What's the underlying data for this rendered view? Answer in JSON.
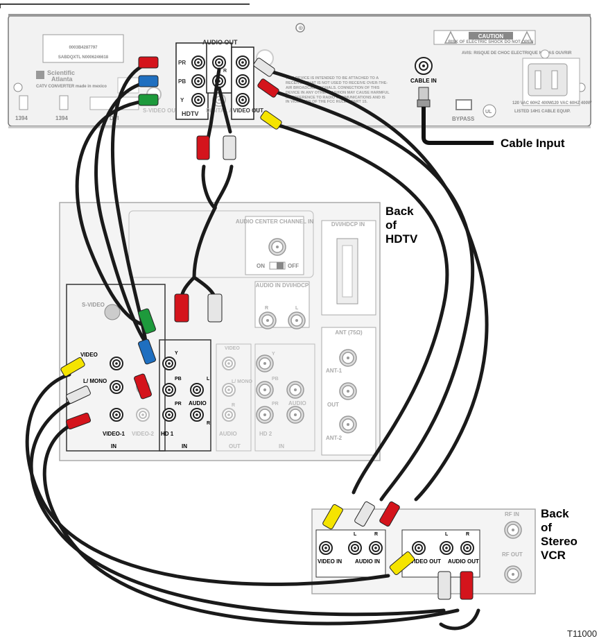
{
  "set_top_box": {
    "serial_line1": "0003B4287797",
    "serial_line2": "SABDQXTL   N0006246618",
    "brand_line1": "Scientific",
    "brand_line2": "Atlanta",
    "brand_sub": "CATV CONVERTER made in mexico",
    "audio_out_top": "AUDIO OUT",
    "pr": "PR",
    "pb": "PB",
    "y": "Y",
    "hdtv": "HDTV",
    "l": "L",
    "r": "R",
    "digital_audio_out": "DIGITAL AUDIO OUT",
    "video_out": "VIDEO OUT",
    "s_video_out": "S-VIDEO OUT",
    "dvi": "DVI",
    "port_1394_a": "1394",
    "port_1394_b": "1394",
    "notice": "THIS DEVICE IS INTENDED TO BE ATTACHED TO A RECEIVER THAT IS NOT USED TO RECEIVE OVER-THE-AIR BROADCAST SIGNALS. CONNECTION OF THIS DEVICE IN ANY OTHER FASHION MAY CAUSE HARMFUL INTERFERENCE TO RADIO COMMUNICATIONS AND IS IN VIOLATION OF THE FCC RULES, PART 15.",
    "caution": "CAUTION",
    "caution_sub": "RISK OF ELECTRIC SHOCK DO NOT OPEN",
    "avis": "AVIS: RISQUE DE CHOC ELECTRIQUE NE PAS OUVRIR",
    "cable_in": "CABLE IN",
    "bypass": "BYPASS",
    "ul_text": "LISTED 14H1 CABLE EQUIP.",
    "power_rating_1": "120 VAC 60HZ 400W",
    "power_rating_2": "120 VAC 60HZ 400W"
  },
  "cable_input_label": "Cable Input",
  "hdtv": {
    "label_line1": "Back",
    "label_line2": "of",
    "label_line3": "HDTV",
    "audio_center": "AUDIO CENTER CHANNEL IN",
    "on": "ON",
    "off": "OFF",
    "dvi_hdcp_in": "DVI/HDCP IN",
    "audio_in_dvi": "AUDIO IN DVI/HDCP",
    "r": "R",
    "l": "L",
    "ant": "ANT (75Ω)",
    "ant1": "ANT-1",
    "out": "OUT",
    "ant2": "ANT-2",
    "s_video": "S-VIDEO",
    "video": "VIDEO",
    "l_mono": "L/ MONO",
    "video1": "VIDEO-1",
    "video2": "VIDEO-2",
    "in": "IN",
    "y": "Y",
    "pb": "PB",
    "pr": "PR",
    "hd1": "HD 1",
    "audio": "AUDIO",
    "video_out_sec": "VIDEO",
    "l_mono_out": "L/ MONO",
    "audio_out": "AUDIO",
    "out_label": "OUT",
    "hd2": "HD 2"
  },
  "vcr": {
    "label_line1": "Back",
    "label_line2": "of",
    "label_line3": "Stereo",
    "label_line4": "VCR",
    "video_in": "VIDEO IN",
    "audio_in": "AUDIO IN",
    "video_out": "VIDEO OUT",
    "audio_out": "AUDIO OUT",
    "l": "L",
    "r": "R",
    "rf_in": "RF IN",
    "rf_out": "RF OUT"
  },
  "figure_id": "T11000",
  "colors": {
    "red": "#d4141c",
    "blue": "#1f6fc0",
    "green": "#1e9a3c",
    "yellow": "#f5e400",
    "white": "#e6e6e6"
  }
}
